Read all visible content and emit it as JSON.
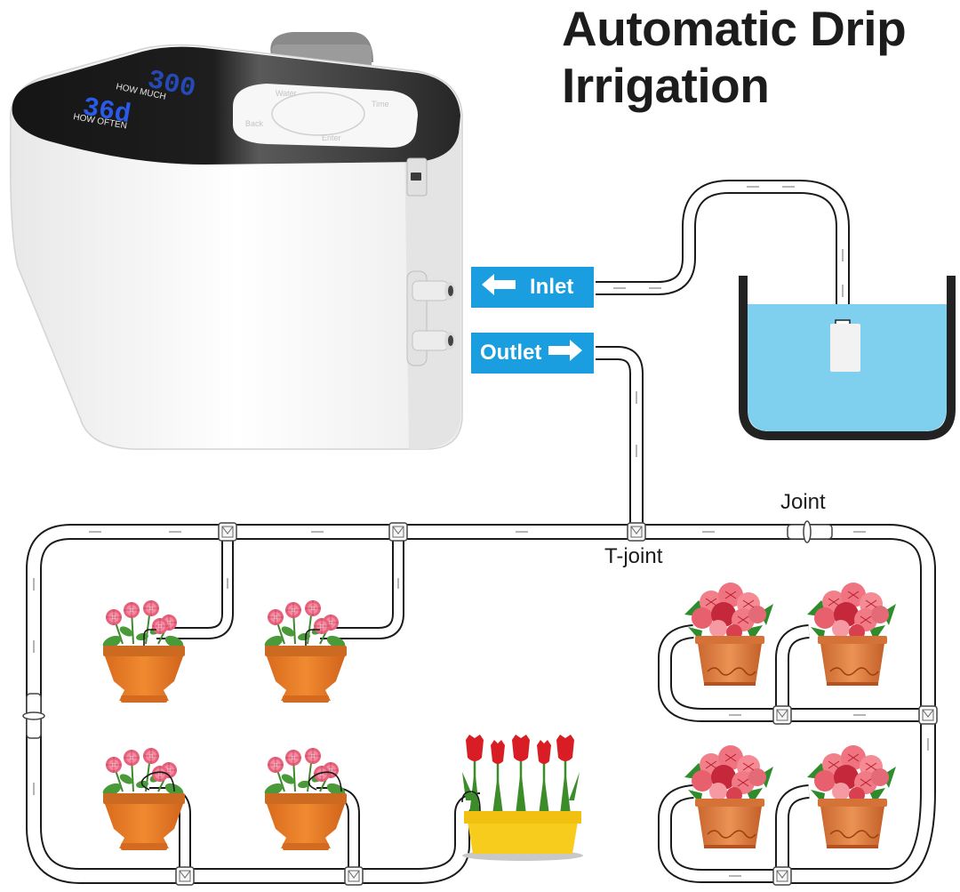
{
  "title": {
    "line1": "Automatic Drip",
    "line2": "Irrigation"
  },
  "device": {
    "display": {
      "how_much_value": "300",
      "how_much_label": "HOW MUCH",
      "how_often_value": "36d",
      "how_often_label": "HOW OFTEN",
      "digit_color": "#2a5ae8"
    },
    "keypad": {
      "buttons": [
        "Water",
        "Time",
        "Back",
        "Enter"
      ]
    },
    "ports": [
      "inlet-port",
      "outlet-port"
    ],
    "body_color": "#f4f4f4",
    "panel_color": "#1b1b1b"
  },
  "labels": {
    "inlet": {
      "text": "Inlet",
      "arrow": "left"
    },
    "outlet": {
      "text": "Outlet",
      "arrow": "right"
    },
    "box_color": "#1a9ee0"
  },
  "captions": {
    "joint": "Joint",
    "t_joint": "T-joint"
  },
  "reservoir": {
    "water_color": "#7fd0ee",
    "wall_color": "#222222"
  },
  "plants": [
    {
      "id": "pot-1",
      "type": "pink flowers in orange urn"
    },
    {
      "id": "pot-2",
      "type": "pink flowers in orange urn"
    },
    {
      "id": "pot-3",
      "type": "pink flowers in orange urn"
    },
    {
      "id": "pot-4",
      "type": "pink flowers in orange urn"
    },
    {
      "id": "tulip-planter",
      "type": "red tulips in yellow planter"
    },
    {
      "id": "bush-1",
      "type": "pink bush in terracotta pot"
    },
    {
      "id": "bush-2",
      "type": "pink bush in terracotta pot"
    },
    {
      "id": "bush-3",
      "type": "pink bush in terracotta pot"
    },
    {
      "id": "bush-4",
      "type": "pink bush in terracotta pot"
    }
  ]
}
